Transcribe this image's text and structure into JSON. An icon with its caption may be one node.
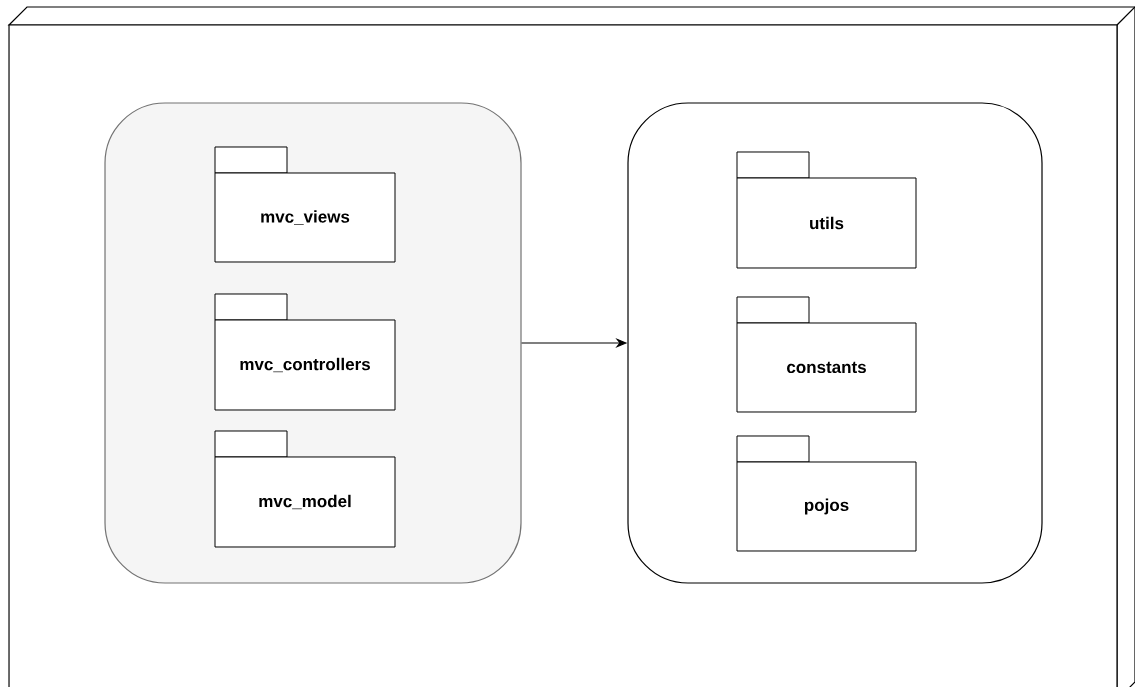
{
  "diagram": {
    "nodes": [
      {
        "text": [],
        "shape": "box"
      },
      {
        "text": [],
        "shape": "box",
        "in": 0
      },
      {
        "text": [
          "mvc_views"
        ],
        "in": 1
      },
      {
        "text": [
          "mvc_controllers"
        ],
        "in": 1
      },
      {
        "text": [
          "mvc_model"
        ],
        "in": 1
      },
      {
        "text": [],
        "shape": "box",
        "in": 0
      },
      {
        "text": [
          "utils"
        ],
        "in": 5
      },
      {
        "text": [
          "constants"
        ],
        "in": 5
      },
      {
        "text": [
          "pojos"
        ],
        "in": 5
      }
    ],
    "edges": [
      {
        "from": 1,
        "to": 5,
        "arrow": "to"
      }
    ]
  }
}
